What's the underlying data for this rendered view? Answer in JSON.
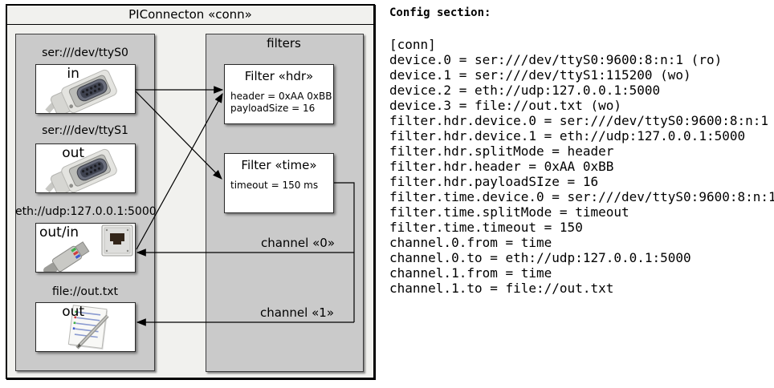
{
  "diagram": {
    "title": "PIConnecton «conn»",
    "devices": [
      {
        "uri": "ser:///dev/ttyS0",
        "direction": "in",
        "icon": "serial-connector-photo"
      },
      {
        "uri": "ser:///dev/ttyS1",
        "direction": "out",
        "icon": "serial-connector-photo"
      },
      {
        "uri": "eth://udp:127.0.0.1:5000",
        "direction": "out/in",
        "icon": "ethernet-connector-photo"
      },
      {
        "uri": "file://out.txt",
        "direction": "out",
        "icon": "notes-document-icon"
      }
    ],
    "filters_panel": {
      "title": "filters",
      "filters": [
        {
          "name": "Filter «hdr»",
          "properties": [
            "header = 0xAA 0xBB",
            "payloadSize = 16"
          ]
        },
        {
          "name": "Filter «time»",
          "properties": [
            "timeout = 150 ms"
          ]
        }
      ]
    },
    "channels": [
      {
        "label": "channel «0»"
      },
      {
        "label": "channel «1»"
      }
    ],
    "colors": {
      "panel_gray": "#cacaca",
      "box_white": "#ffffff",
      "outer_background": "#f1f1ee",
      "line_black": "#000000"
    }
  },
  "config": {
    "heading": "Config section:",
    "lines": [
      "[conn]",
      "device.0 = ser:///dev/ttyS0:9600:8:n:1 (ro)",
      "device.1 = ser:///dev/ttyS1:115200 (wo)",
      "device.2 = eth://udp:127.0.0.1:5000",
      "device.3 = file://out.txt (wo)",
      "filter.hdr.device.0 = ser:///dev/ttyS0:9600:8:n:1",
      "filter.hdr.device.1 = eth://udp:127.0.0.1:5000",
      "filter.hdr.splitMode = header",
      "filter.hdr.header = 0xAA 0xBB",
      "filter.hdr.payloadSIze = 16",
      "filter.time.device.0 = ser:///dev/ttyS0:9600:8:n:1",
      "filter.time.splitMode = timeout",
      "filter.time.timeout = 150",
      "channel.0.from = time",
      "channel.0.to = eth://udp:127.0.0.1:5000",
      "channel.1.from = time",
      "channel.1.to = file://out.txt"
    ]
  }
}
